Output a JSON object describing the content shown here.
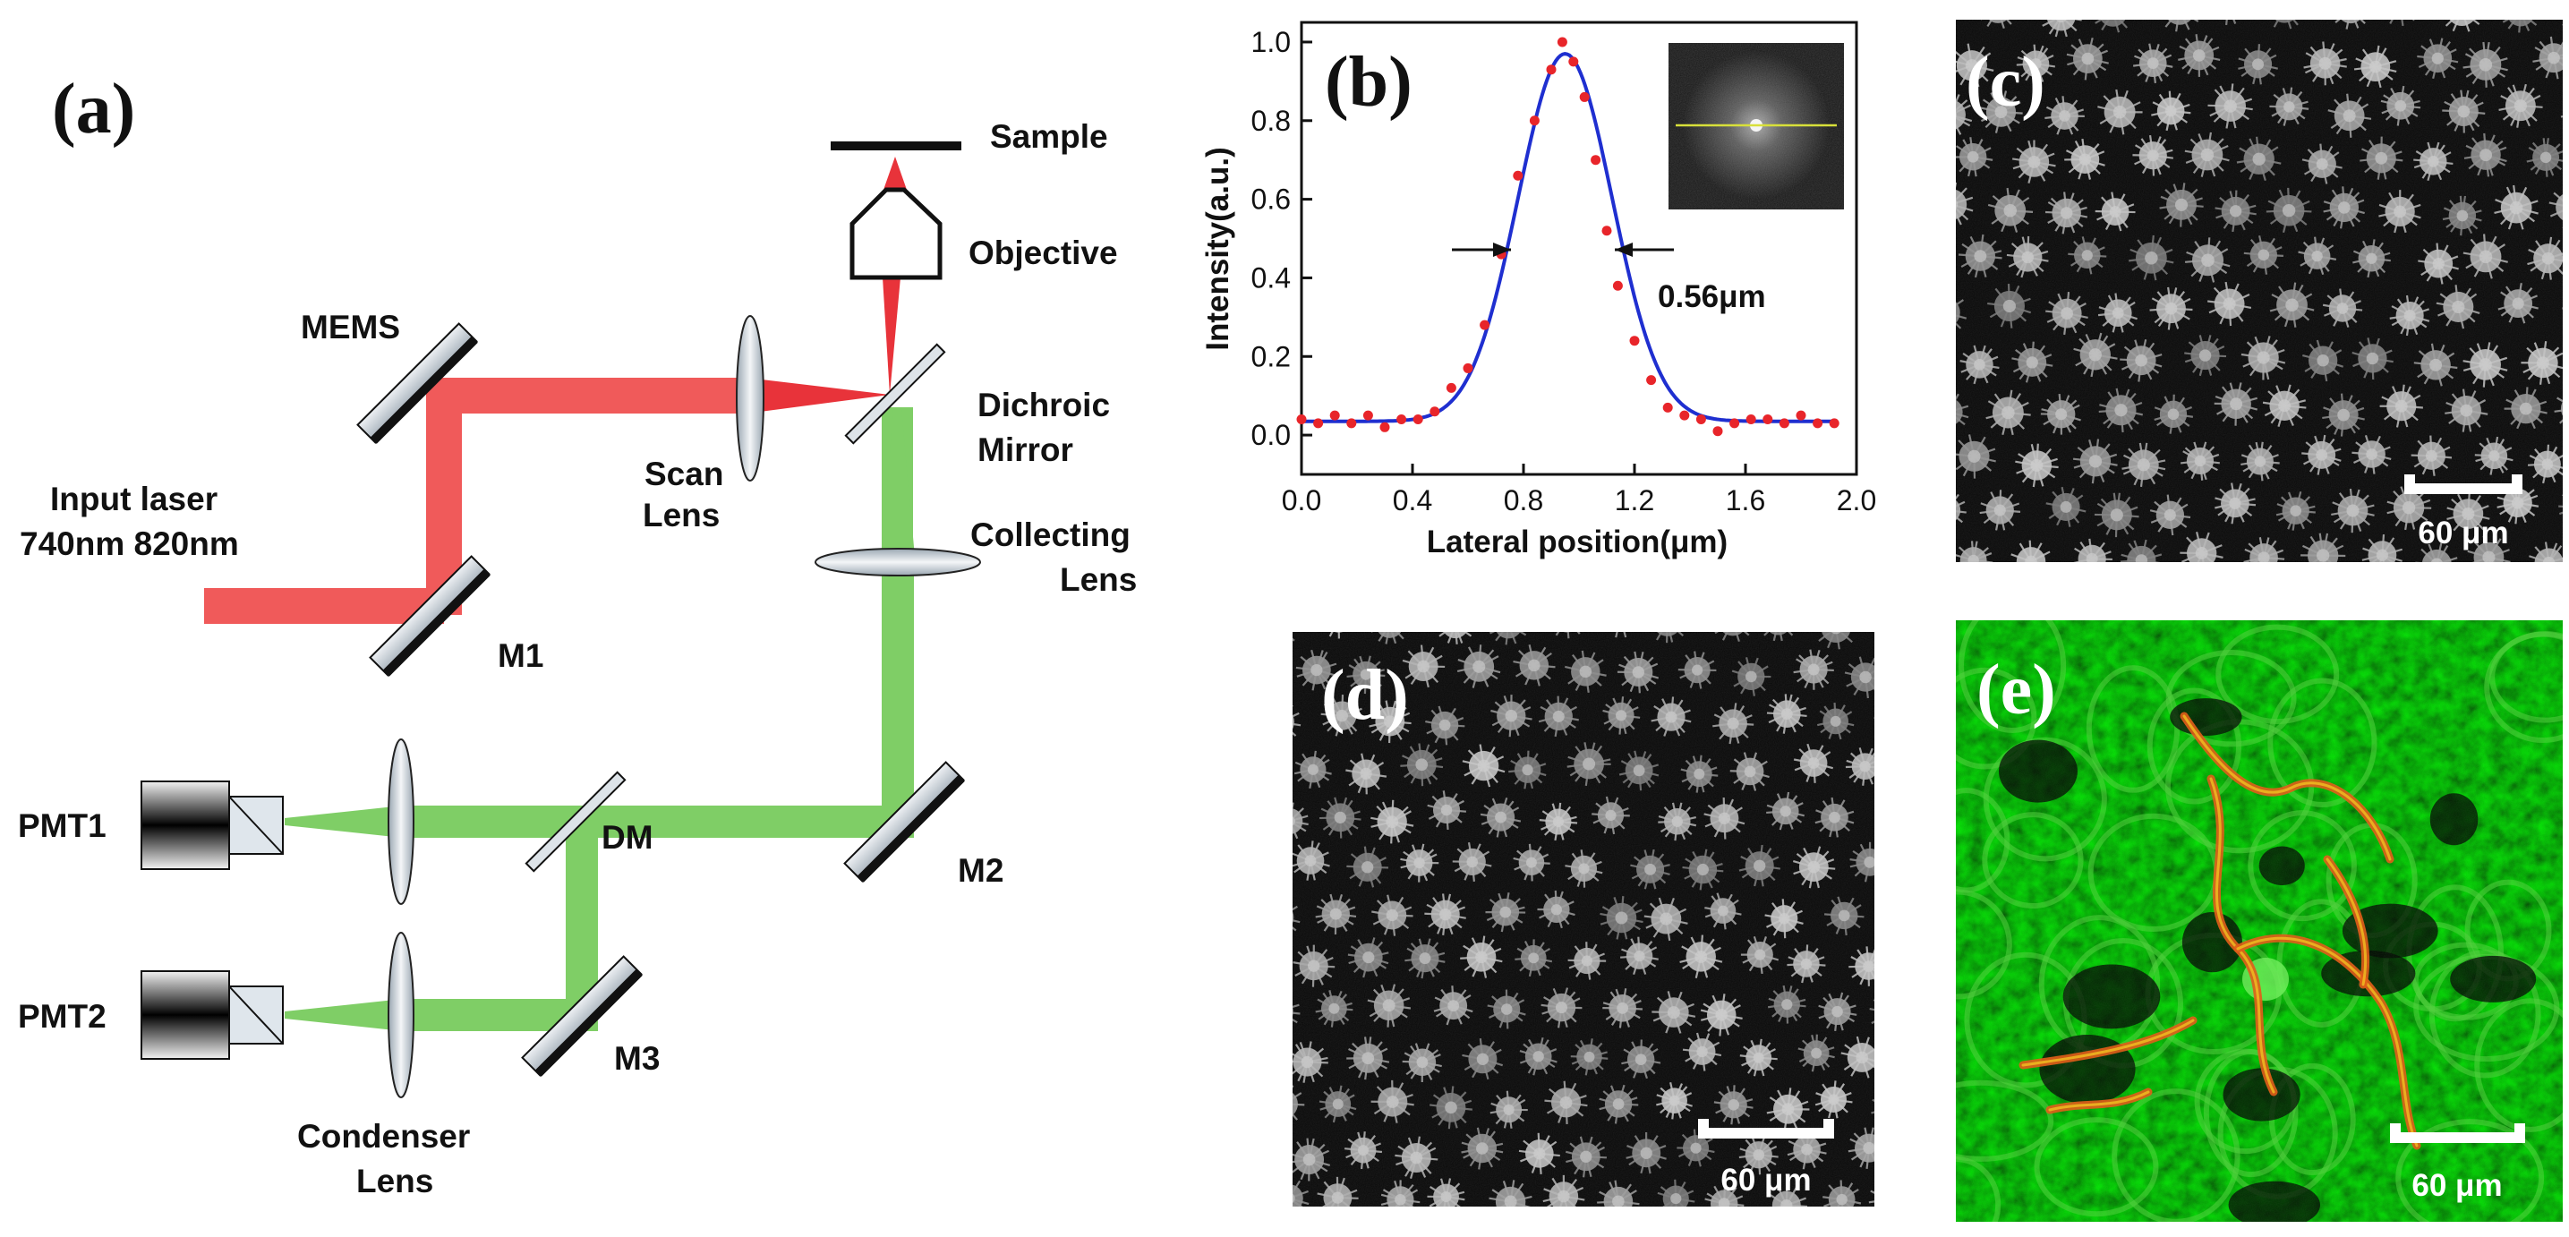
{
  "panels": {
    "a": "(a)",
    "b": "(b)",
    "c": "(c)",
    "d": "(d)",
    "e": "(e)"
  },
  "setup": {
    "sample": "Sample",
    "objective": "Objective",
    "mems": "MEMS",
    "scan_lens_1": "Scan",
    "scan_lens_2": "Lens",
    "dichroic_1": "Dichroic",
    "dichroic_2": "Mirror",
    "input_laser_1": "Input laser",
    "input_laser_2": "740nm 820nm",
    "collecting_1": "Collecting",
    "collecting_2": "Lens",
    "m1": "M1",
    "m2": "M2",
    "m3": "M3",
    "dm": "DM",
    "pmt1": "PMT1",
    "pmt2": "PMT2",
    "condenser_1": "Condenser",
    "condenser_2": "Lens",
    "colors": {
      "laser": "#f05a5a",
      "fluorescence": "#7fce66"
    }
  },
  "chart_data": {
    "type": "scatter",
    "xlabel": "Lateral position(μm)",
    "ylabel": "Intensity(a.u.)",
    "xlim": [
      0.0,
      2.0
    ],
    "ylim": [
      -0.1,
      1.05
    ],
    "xticks": [
      "0.0",
      "0.4",
      "0.8",
      "1.2",
      "1.6",
      "2.0"
    ],
    "yticks": [
      "0.0",
      "0.2",
      "0.4",
      "0.6",
      "0.8",
      "1.0"
    ],
    "annotation": "0.56μm",
    "series": [
      {
        "style": "points",
        "color": "#e8252a",
        "x": [
          0.0,
          0.06,
          0.12,
          0.18,
          0.24,
          0.3,
          0.36,
          0.42,
          0.48,
          0.54,
          0.6,
          0.66,
          0.72,
          0.78,
          0.84,
          0.9,
          0.94,
          0.98,
          1.02,
          1.06,
          1.1,
          1.14,
          1.2,
          1.26,
          1.32,
          1.38,
          1.44,
          1.5,
          1.56,
          1.62,
          1.68,
          1.74,
          1.8,
          1.86,
          1.92
        ],
        "y": [
          0.04,
          0.03,
          0.05,
          0.03,
          0.05,
          0.02,
          0.04,
          0.04,
          0.06,
          0.12,
          0.17,
          0.28,
          0.46,
          0.66,
          0.8,
          0.93,
          1.0,
          0.95,
          0.86,
          0.7,
          0.52,
          0.38,
          0.24,
          0.14,
          0.07,
          0.05,
          0.04,
          0.01,
          0.03,
          0.04,
          0.04,
          0.03,
          0.05,
          0.03,
          0.03
        ]
      },
      {
        "style": "line",
        "color": "#1f2fd0",
        "baseline": 0.035,
        "amplitude": 0.935,
        "center": 0.95,
        "fwhm": 0.4
      }
    ]
  },
  "scale_bars": {
    "c": "60 μm",
    "d": "60 μm",
    "e": "60 μm"
  }
}
